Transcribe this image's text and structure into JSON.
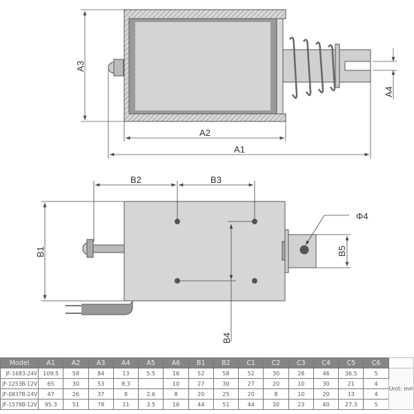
{
  "top_view": {
    "labels": {
      "a1": "A1",
      "a2": "A2",
      "a3": "A3",
      "a4": "A4"
    }
  },
  "bottom_view": {
    "labels": {
      "b1": "B1",
      "b2": "B2",
      "b3": "B3",
      "b4": "B4",
      "b5": "B5",
      "phi4": "Φ4"
    }
  },
  "table": {
    "headers": [
      "Model",
      "A1",
      "A2",
      "A3",
      "A4",
      "A5",
      "A6",
      "B1",
      "B2",
      "C1",
      "C2",
      "C3",
      "C4",
      "C5",
      "C6"
    ],
    "unit": "Unit: mm",
    "rows": [
      [
        "JF-1683-24V",
        "109.5",
        "58",
        "84",
        "13",
        "5.5",
        "16",
        "52",
        "58",
        "52",
        "30",
        "28",
        "46",
        "36.5",
        "5"
      ],
      [
        "JF-1253B-12V",
        "65",
        "30",
        "53",
        "8.3",
        "",
        "10",
        "27",
        "30",
        "27",
        "20",
        "10",
        "30",
        "21",
        "4"
      ],
      [
        "JF-0837B-24V",
        "47",
        "26",
        "37",
        "8",
        "2.6",
        "8",
        "20",
        "25",
        "20",
        "8",
        "10",
        "20",
        "13",
        "4"
      ],
      [
        "JF-1578B-12V",
        "95.3",
        "51",
        "78",
        "11",
        "3.5",
        "16",
        "44",
        "51",
        "44",
        "30",
        "23",
        "40",
        "27.3",
        "5"
      ]
    ]
  },
  "colors": {
    "body": "#d6d6d6",
    "line": "#555555",
    "header": "#858585"
  }
}
